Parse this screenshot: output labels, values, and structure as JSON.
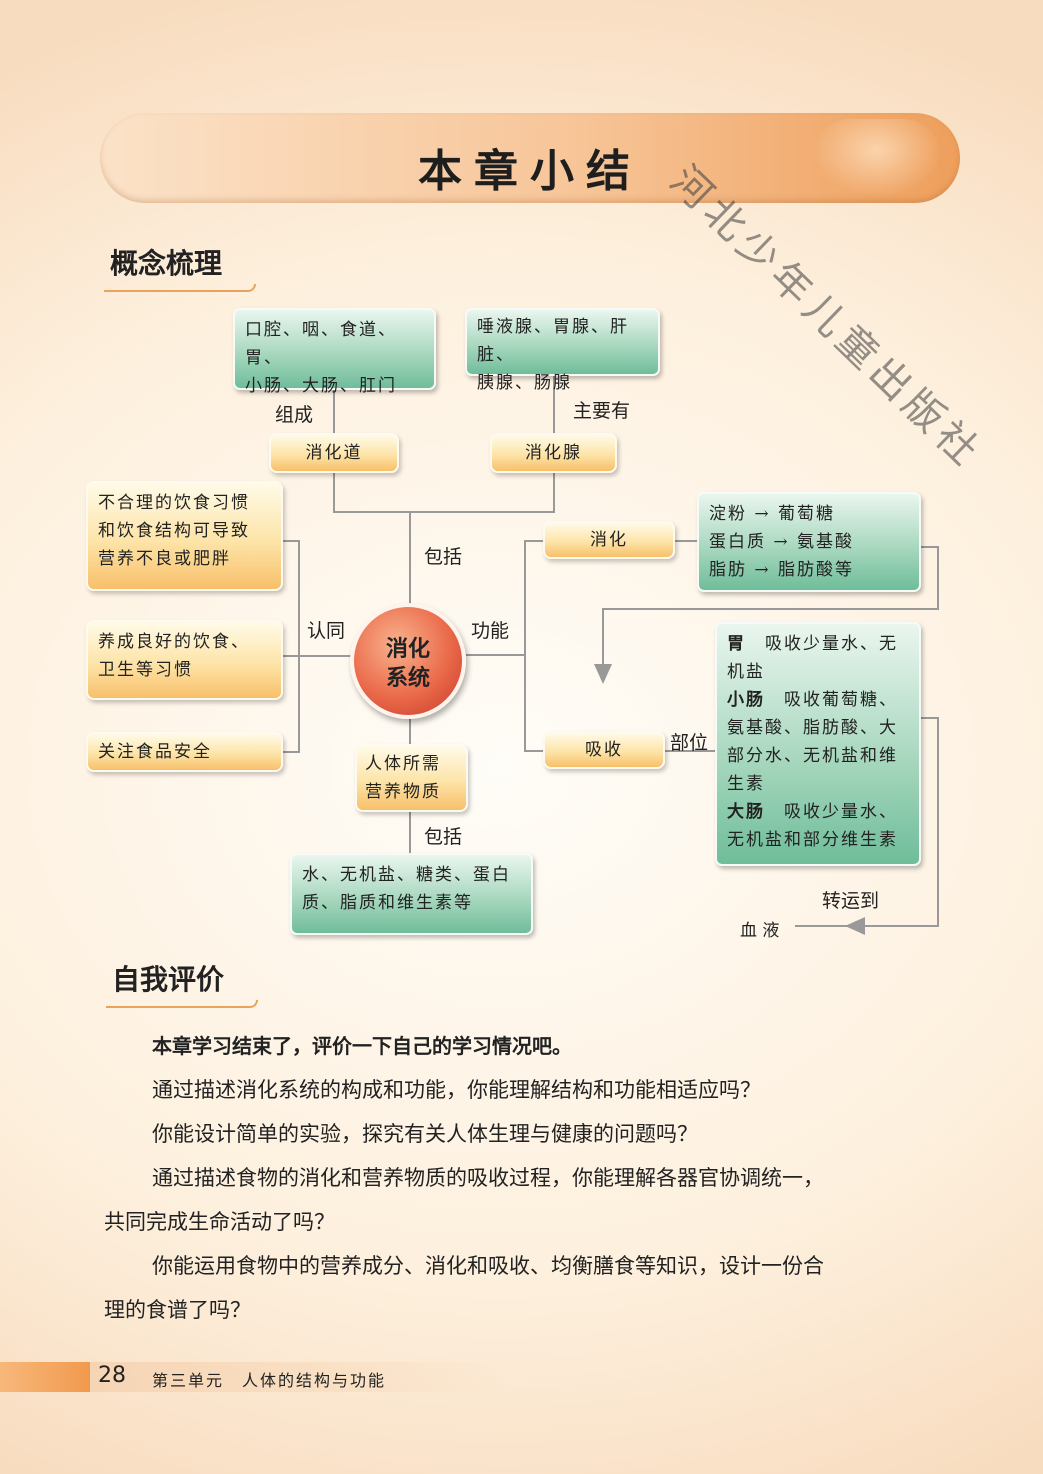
{
  "banner": {
    "title": "本章小结"
  },
  "watermark": "河北少年儿童出版社",
  "sections": {
    "concept": "概念梳理",
    "eval": "自我评价"
  },
  "concept_map": {
    "center": [
      "消化",
      "系统"
    ],
    "organs": [
      "口腔、咽、食道、胃、",
      "小肠、大肠、肛门"
    ],
    "glands": [
      "唾液腺、胃腺、肝脏、",
      "胰腺、肠腺"
    ],
    "label_compose": "组成",
    "label_mainly": "主要有",
    "tract": "消化道",
    "gland": "消化腺",
    "label_include_top": "包括",
    "habits": [
      [
        "不合理的饮食习惯",
        "和饮食结构可导致",
        "营养不良或肥胖"
      ],
      [
        "养成良好的饮食、",
        "卫生等习惯"
      ],
      [
        "关注食品安全"
      ]
    ],
    "label_agree": "认同",
    "label_function": "功能",
    "digestion": "消化",
    "digestion_detail": [
      "淀粉 → 葡萄糖",
      "蛋白质 → 氨基酸",
      "脂肪 → 脂肪酸等"
    ],
    "absorption": "吸收",
    "label_site": "部位",
    "absorption_detail": {
      "stomach_name": "胃",
      "stomach_text": "吸收少量水、无",
      "stomach_text2": "机盐",
      "small_name": "小肠",
      "small_text": "吸收葡萄糖、",
      "small_text2": "氨基酸、脂肪酸、大",
      "small_text3": "部分水、无机盐和维",
      "small_text4": "生素",
      "large_name": "大肠",
      "large_text": "吸收少量水、",
      "large_text2": "无机盐和部分维生素"
    },
    "label_transport": "转运到",
    "blood": "血 液",
    "nutrients_needed": [
      "人体所需",
      "营养物质"
    ],
    "label_include_bottom": "包括",
    "nutrients": [
      "水、无机盐、糖类、蛋白",
      "质、脂质和维生素等"
    ]
  },
  "evaluation": {
    "lead": "本章学习结束了，评价一下自己的学习情况吧。",
    "q1": "通过描述消化系统的构成和功能，你能理解结构和功能相适应吗？",
    "q2": "你能设计简单的实验，探究有关人体生理与健康的问题吗？",
    "q3_line1": "通过描述食物的消化和营养物质的吸收过程，你能理解各器官协调统一，",
    "q3_line2": "共同完成生命活动了吗？",
    "q4_line1": "你能运用食物中的营养成分、消化和吸收、均衡膳食等知识，设计一份合",
    "q4_line2": "理的食谱了吗？"
  },
  "footer": {
    "page": "28",
    "unit": "第三单元　人体的结构与功能"
  },
  "colors": {
    "green_box": "#8ccaa8",
    "yellow_box": "#fcd98a",
    "center": "#e5543c",
    "banner": "#f3b27a"
  }
}
